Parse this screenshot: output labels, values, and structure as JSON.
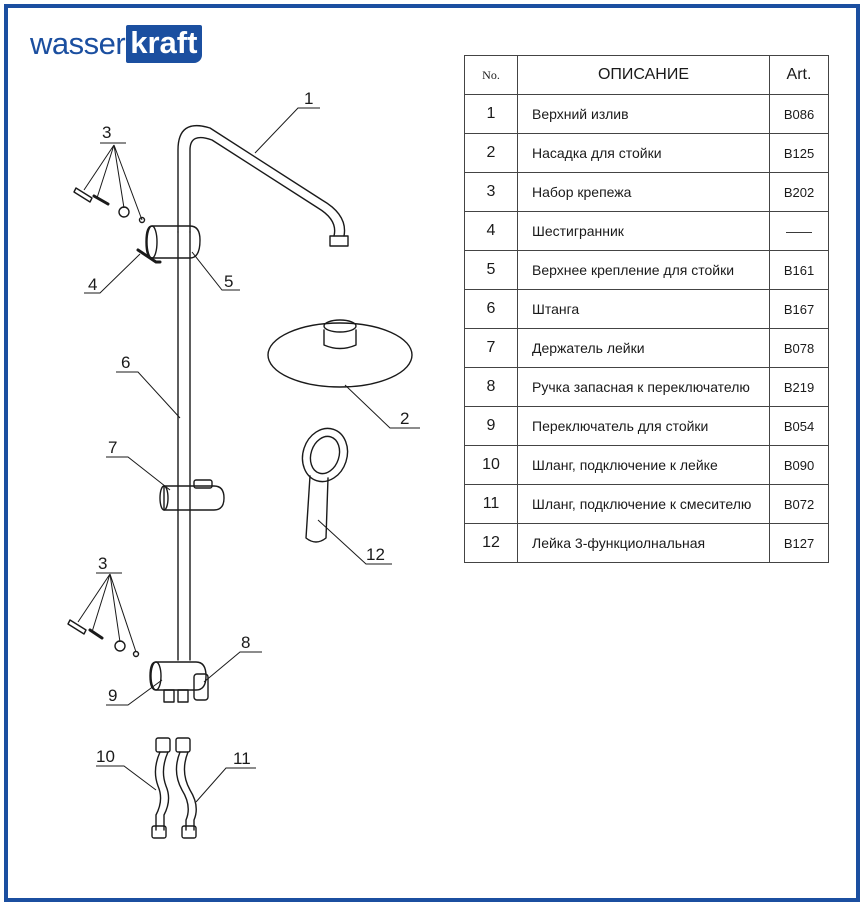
{
  "brand": {
    "part1": "wasser",
    "part2": "kraft"
  },
  "table": {
    "headers": {
      "no": "No.",
      "description": "ОПИСАНИЕ",
      "art": "Art."
    },
    "rows": [
      {
        "no": "1",
        "description": "Верхний излив",
        "art": "B086"
      },
      {
        "no": "2",
        "description": "Насадка для стойки",
        "art": "B125"
      },
      {
        "no": "3",
        "description": "Набор крепежа",
        "art": "B202"
      },
      {
        "no": "4",
        "description": "Шестигранник",
        "art": "——"
      },
      {
        "no": "5",
        "description": "Верхнее крепление для стойки",
        "art": "B161"
      },
      {
        "no": "6",
        "description": "Штанга",
        "art": "B167"
      },
      {
        "no": "7",
        "description": "Держатель лейки",
        "art": "B078"
      },
      {
        "no": "8",
        "description": "Ручка запасная к переключателю",
        "art": "B219"
      },
      {
        "no": "9",
        "description": "Переключатель для стойки",
        "art": "B054"
      },
      {
        "no": "10",
        "description": "Шланг, подключение к лейке",
        "art": "B090"
      },
      {
        "no": "11",
        "description": "Шланг, подключение к смесителю",
        "art": "B072"
      },
      {
        "no": "12",
        "description": "Лейка 3-функциолнальная",
        "art": "B127"
      }
    ]
  },
  "callouts": {
    "c1": "1",
    "c2": "2",
    "c3a": "3",
    "c3b": "3",
    "c4": "4",
    "c5": "5",
    "c6": "6",
    "c7": "7",
    "c8": "8",
    "c9": "9",
    "c10": "10",
    "c11": "11",
    "c12": "12"
  },
  "colors": {
    "brand": "#1b4fa0",
    "line": "#1a1a1a"
  }
}
